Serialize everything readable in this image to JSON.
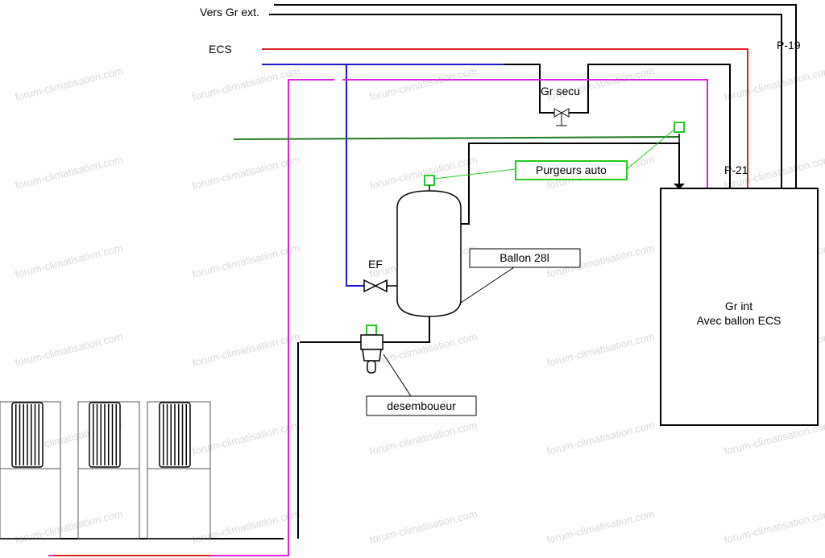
{
  "diagram": {
    "watermark": "forum-climatisation.com",
    "labels": {
      "vers_gr_ext": "Vers Gr ext.",
      "ecs": "ECS",
      "p19": "P-19",
      "p21": "P-21",
      "gr_secu": "Gr secu",
      "purgeurs_auto": "Purgeurs auto",
      "ef": "EF",
      "ballon": "Ballon 28l",
      "gr_int_line1": "Gr int",
      "gr_int_line2": "Avec ballon ECS",
      "desemboueur": "desemboueur"
    },
    "colors": {
      "black_pipe": "#000000",
      "ecs_red": "#e02020",
      "cold_blue": "#1a1acc",
      "return_magenta": "#e020e0",
      "green_pipe": "#1f7a1f",
      "purgeur_green": "#22cc22"
    }
  }
}
